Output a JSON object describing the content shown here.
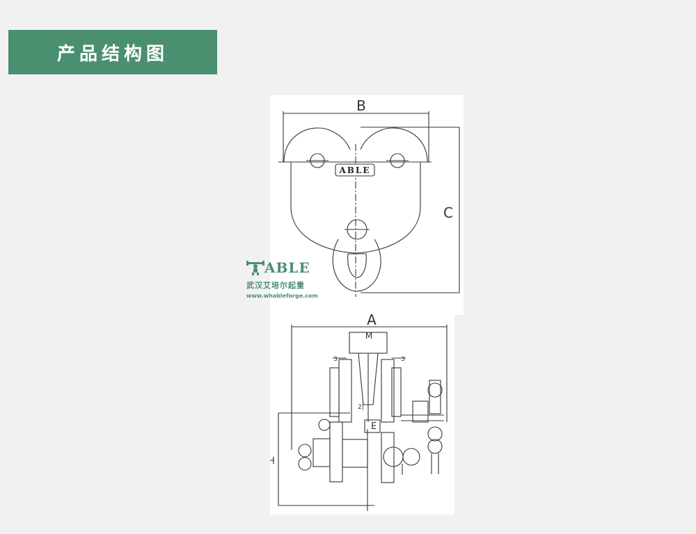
{
  "banner": {
    "title": "产品结构图"
  },
  "diagram": {
    "labels": {
      "a": "A",
      "b": "B",
      "c": "C",
      "e": "E",
      "h": "H",
      "m": "M",
      "three": "3",
      "two_one": "2|"
    },
    "plate_text": "ABLE"
  },
  "watermark": {
    "brand": "ABLE",
    "subtitle": "武汉艾培尔起重",
    "url": "www.whableforge.com"
  },
  "colors": {
    "banner_bg": "#4a8f70",
    "page_bg": "#f1f1f1",
    "drawing_bg": "#ffffff",
    "line": "#333333"
  }
}
